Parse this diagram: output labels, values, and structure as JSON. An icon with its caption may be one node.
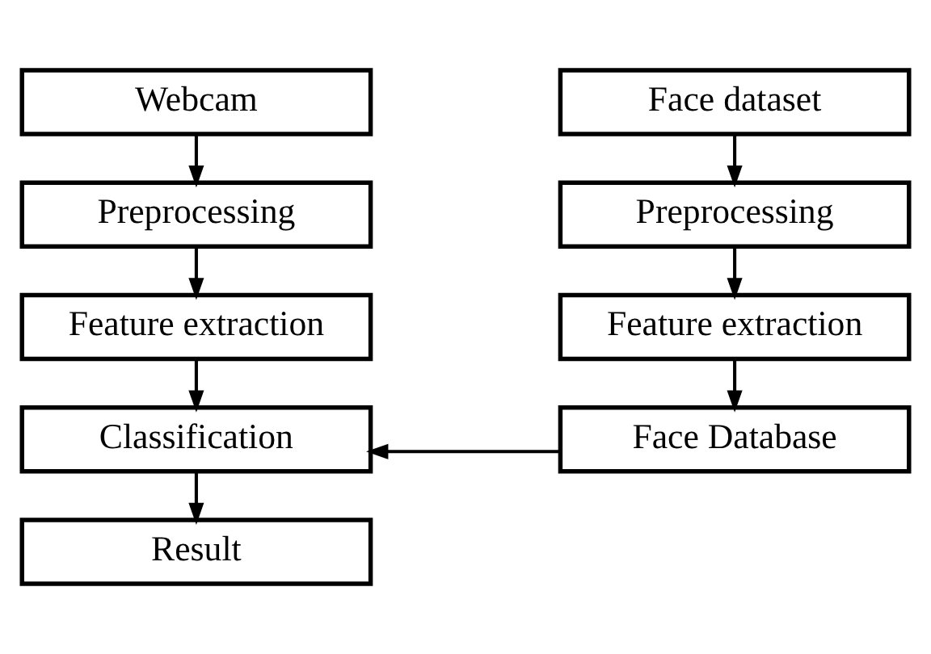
{
  "diagram": {
    "nodes": [
      {
        "text": [
          "Webcam"
        ]
      },
      {
        "text": [
          "Face dataset"
        ]
      },
      {
        "text": [
          "Preprocessing"
        ]
      },
      {
        "text": [
          "Preprocessing"
        ]
      },
      {
        "text": [
          "Feature extraction"
        ]
      },
      {
        "text": [
          "Feature extraction"
        ]
      },
      {
        "text": [
          "Classification"
        ]
      },
      {
        "text": [
          "Face Database"
        ]
      },
      {
        "text": [
          "Result"
        ]
      }
    ],
    "edges": [
      {
        "from": 0,
        "to": 2,
        "arrow": "to"
      },
      {
        "from": 2,
        "to": 4,
        "arrow": "to"
      },
      {
        "from": 4,
        "to": 6,
        "arrow": "to"
      },
      {
        "from": 6,
        "to": 8,
        "arrow": "to"
      },
      {
        "from": 1,
        "to": 3,
        "arrow": "to"
      },
      {
        "from": 3,
        "to": 5,
        "arrow": "to"
      },
      {
        "from": 5,
        "to": 7,
        "arrow": "to"
      },
      {
        "from": 7,
        "to": 6,
        "arrow": "to"
      }
    ]
  }
}
